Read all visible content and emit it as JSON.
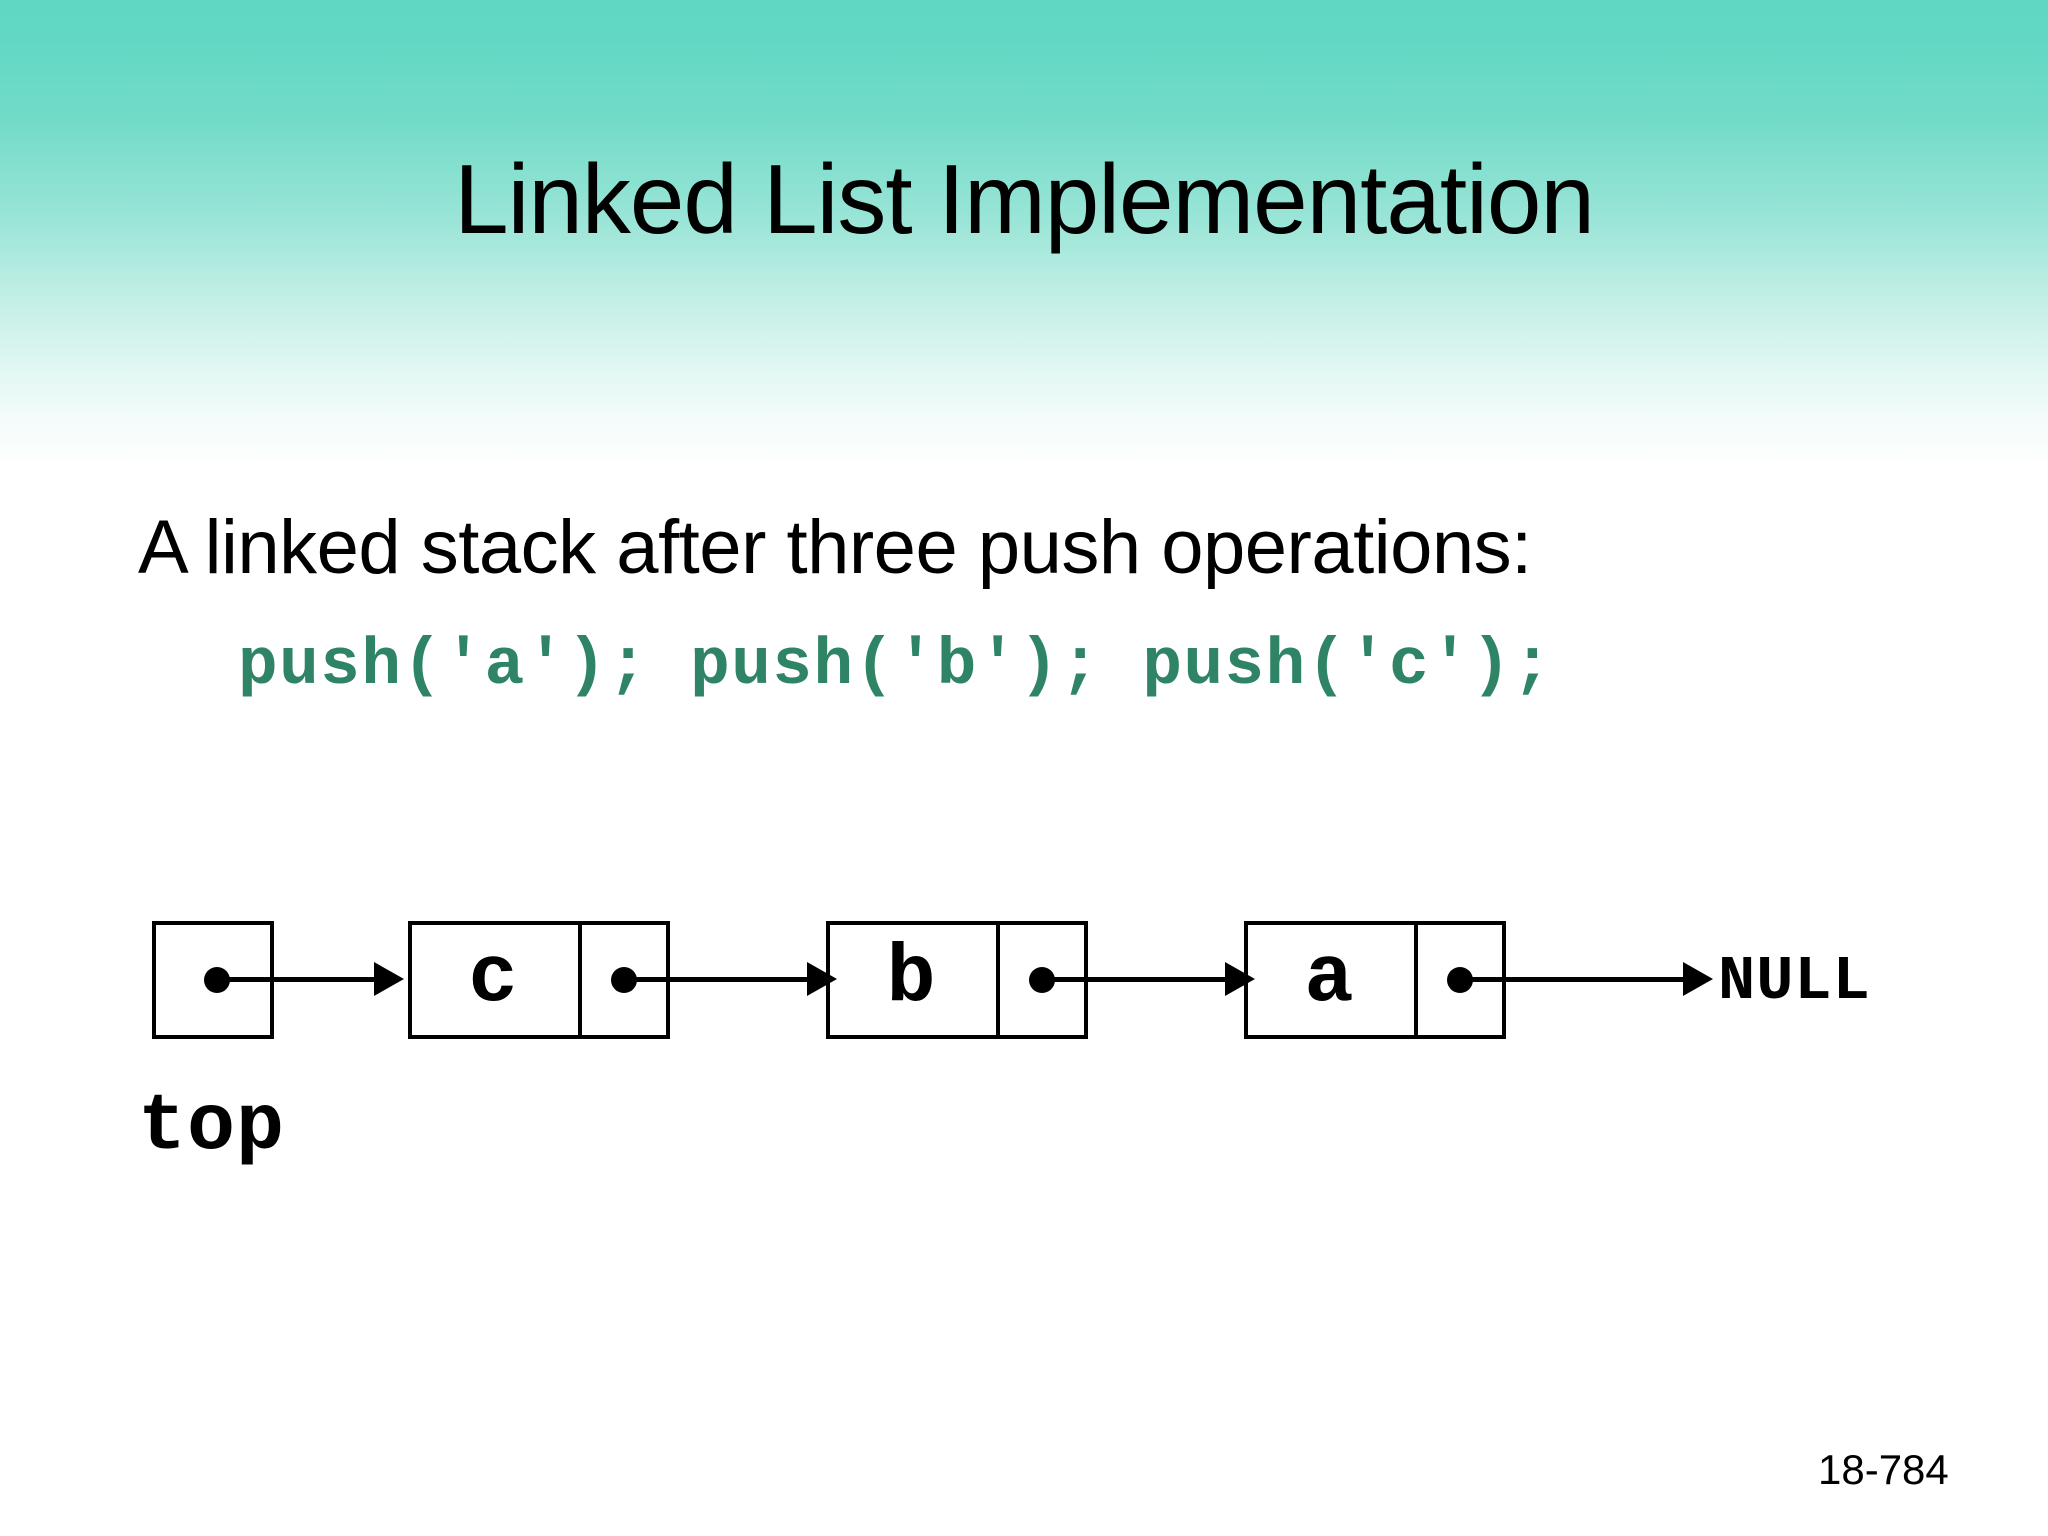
{
  "slide": {
    "title": "Linked List Implementation",
    "page_number": "18-784",
    "background": {
      "gradient_top_color": "#5ed7c3",
      "gradient_bottom_color": "#ffffff",
      "page_color": "#ffffff"
    }
  },
  "body": {
    "statement": "A linked stack after three push operations:",
    "code": "push('a'); push('b'); push('c');",
    "code_color": "#2e8465",
    "text_color": "#000000"
  },
  "diagram": {
    "pointer_label": "top",
    "terminator_label": "NULL",
    "nodes": [
      {
        "value": "c"
      },
      {
        "value": "b"
      },
      {
        "value": "a"
      }
    ],
    "line_color": "#000000"
  }
}
